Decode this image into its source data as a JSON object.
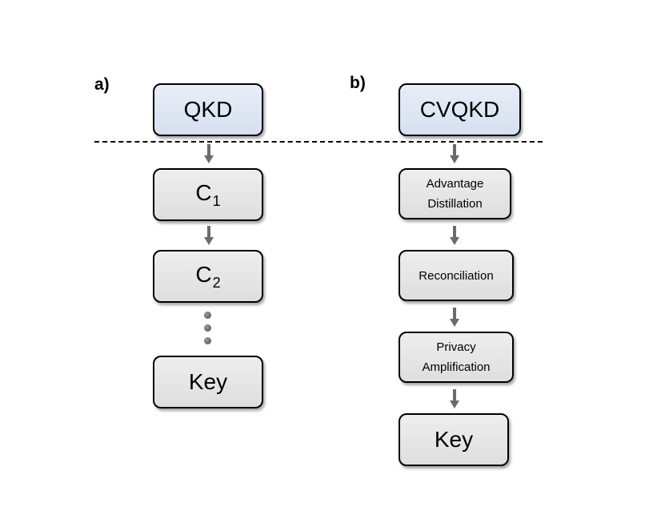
{
  "panel_a": {
    "label": "a)",
    "top_box": "QKD",
    "steps": [
      {
        "main": "C",
        "sub": "1"
      },
      {
        "main": "C",
        "sub": "2"
      }
    ],
    "final_box": "Key"
  },
  "panel_b": {
    "label": "b)",
    "top_box": "CVQKD",
    "steps": [
      {
        "line1": "Advantage",
        "line2": "Distillation"
      },
      {
        "line1": "Reconciliation"
      },
      {
        "line1": "Privacy",
        "line2": "Amplification"
      }
    ],
    "final_box": "Key"
  },
  "colors": {
    "top_box_fill": "#dce5f3",
    "step_box_fill": "#e6e6e6",
    "arrow": "#6b6b6b",
    "border": "#000000"
  }
}
